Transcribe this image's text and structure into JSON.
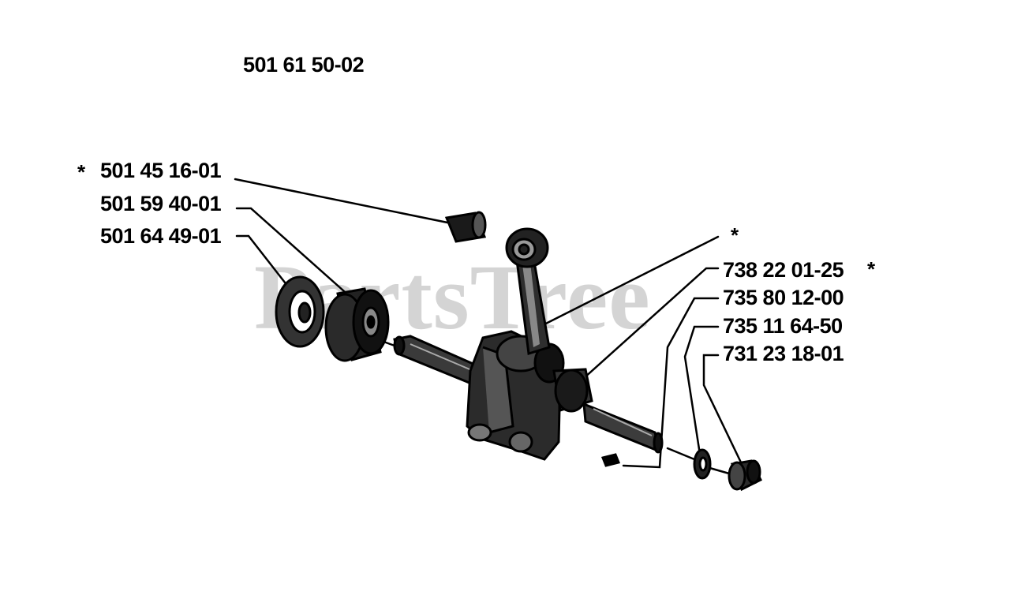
{
  "assembly_number": "501 61 50-02",
  "watermark": "PartsTree",
  "asterisk": "*",
  "parts_left": [
    {
      "number": "501 45 16-01",
      "starred": true
    },
    {
      "number": "501 59 40-01",
      "starred": false
    },
    {
      "number": "501 64 49-01",
      "starred": false
    }
  ],
  "parts_right": [
    {
      "number": "738 22 01-25",
      "starred": true
    },
    {
      "number": "735 80 12-00",
      "starred": false
    },
    {
      "number": "735 11 64-50",
      "starred": false
    },
    {
      "number": "731 23 18-01",
      "starred": false
    }
  ]
}
